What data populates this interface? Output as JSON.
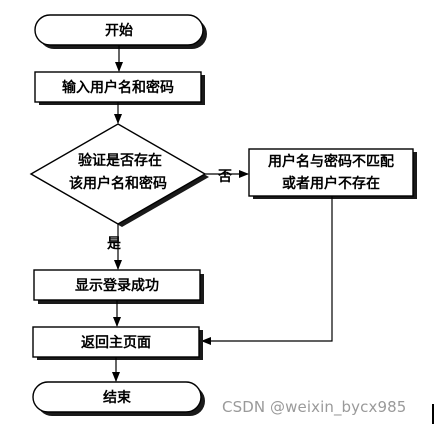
{
  "nodes": {
    "start": "开始",
    "input": "输入用户名和密码",
    "check_line1": "验证是否存在",
    "check_line2": "该用户名和密码",
    "error_line1": "用户名与密码不匹配",
    "error_line2": "或者用户不存在",
    "success": "显示登录成功",
    "home": "返回主页面",
    "end": "结束"
  },
  "edges": {
    "no": "否",
    "yes": "是"
  },
  "watermark": "CSDN @weixin_bycx985"
}
